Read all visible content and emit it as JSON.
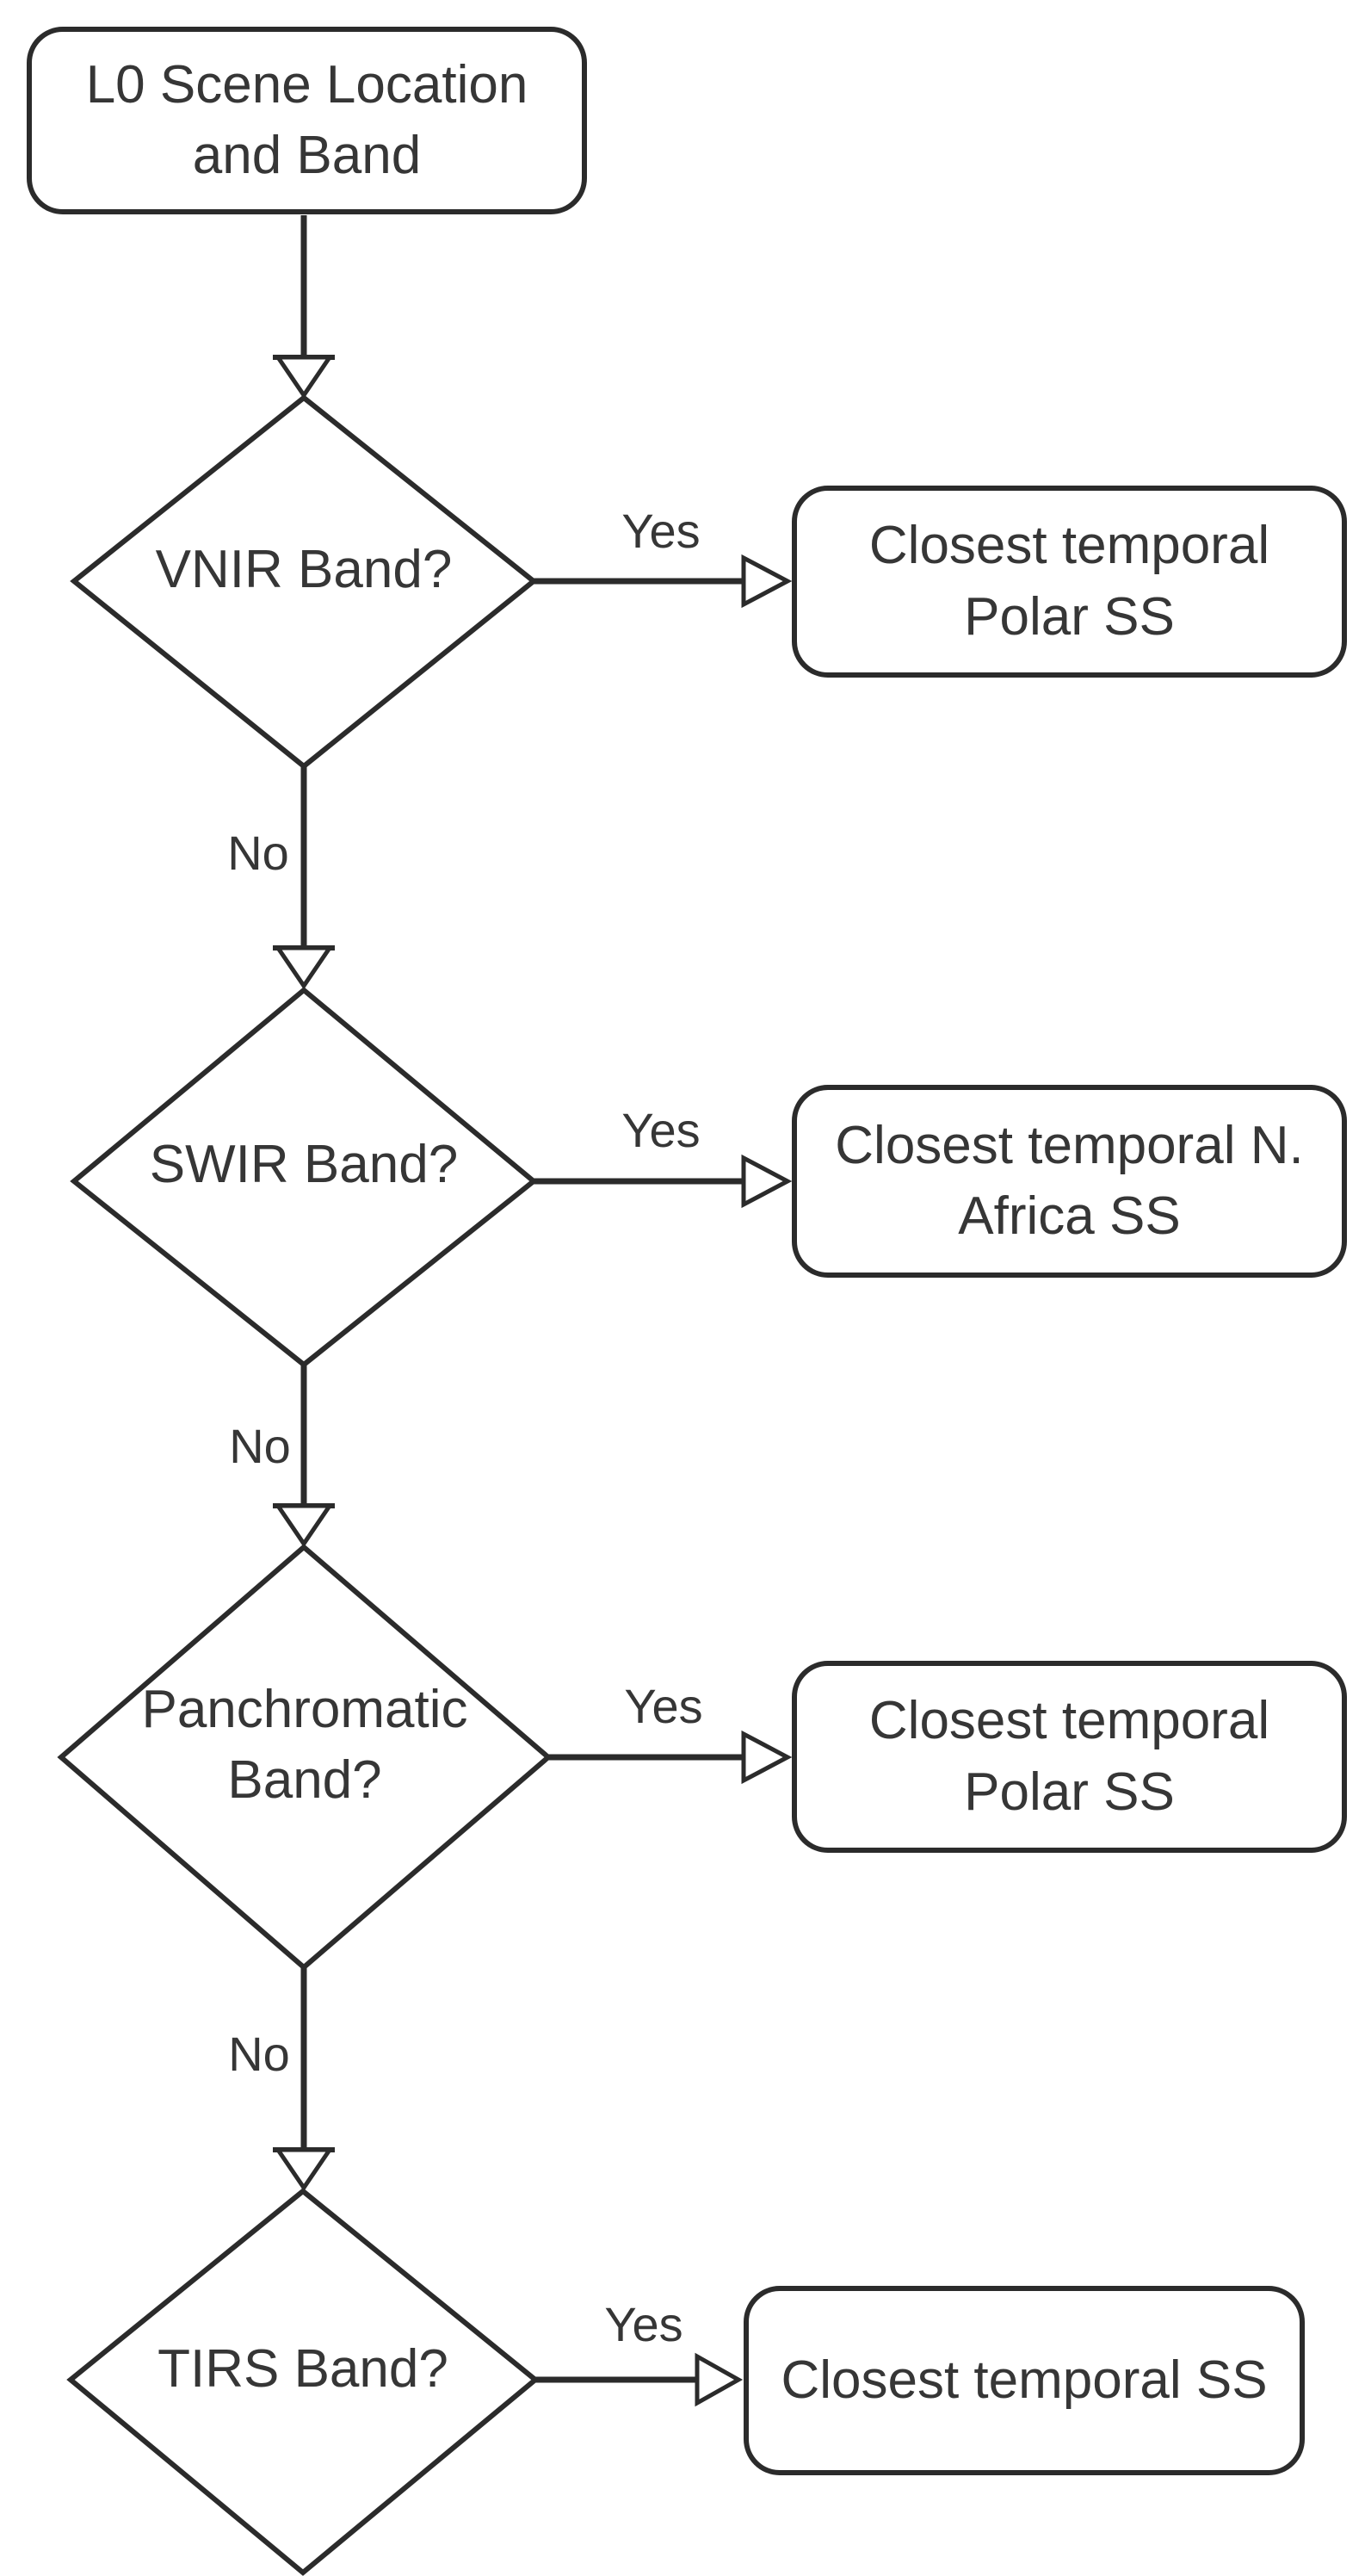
{
  "diagram": {
    "colors": {
      "line": "#2b2b2b",
      "text": "#363636",
      "background": "#ffffff"
    },
    "start": {
      "label": "L0 Scene Location\nand Band"
    },
    "decisions": [
      {
        "label": "VNIR Band?",
        "yes_label": "Yes",
        "no_label": "No",
        "result": "Closest temporal\nPolar SS"
      },
      {
        "label": "SWIR Band?",
        "yes_label": "Yes",
        "no_label": "No",
        "result": "Closest temporal N.\nAfrica SS"
      },
      {
        "label": "Panchromatic\nBand?",
        "yes_label": "Yes",
        "no_label": "No",
        "result": "Closest temporal\nPolar SS"
      },
      {
        "label": "TIRS Band?",
        "yes_label": "Yes",
        "result": "Closest temporal SS"
      }
    ]
  }
}
